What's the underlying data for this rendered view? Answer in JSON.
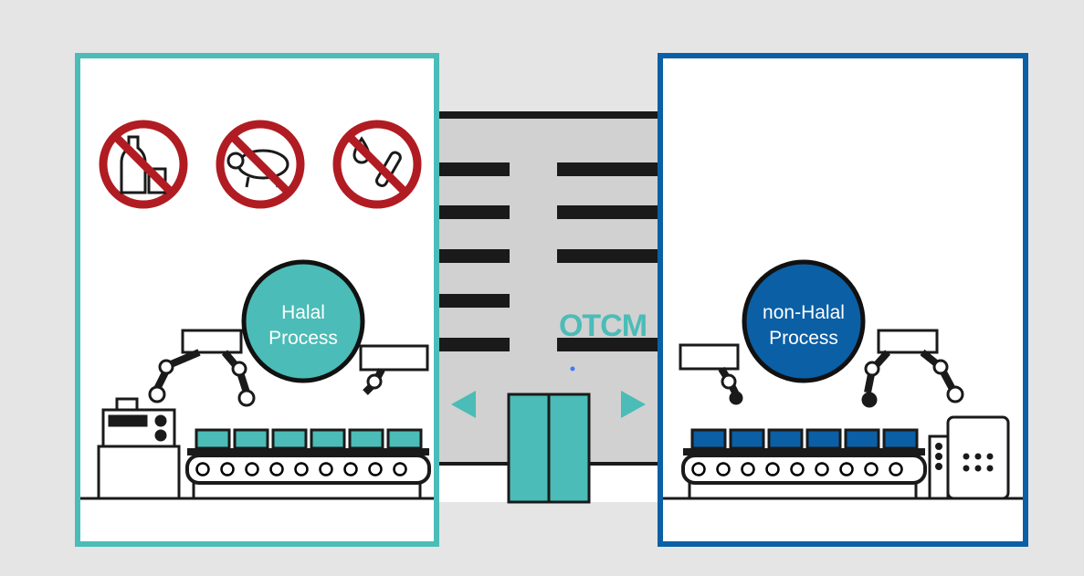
{
  "colors": {
    "background": "#e5e5e5",
    "halal_accent": "#4bbcb7",
    "non_halal_accent": "#0b5fa5",
    "prohibition_red": "#b01c22",
    "building_gray": "#d1d1d1",
    "door_teal": "#4bbcb7"
  },
  "halal_panel": {
    "label_line1": "Halal",
    "label_line2": "Process",
    "prohibited_icons": [
      "no-alcohol-icon",
      "no-pork-icon",
      "no-blood-icon"
    ]
  },
  "building": {
    "logo_text": "OTCM",
    "arrows": [
      "arrow-left-icon",
      "arrow-right-icon"
    ]
  },
  "non_halal_panel": {
    "label_line1": "non-Halal",
    "label_line2": "Process"
  }
}
